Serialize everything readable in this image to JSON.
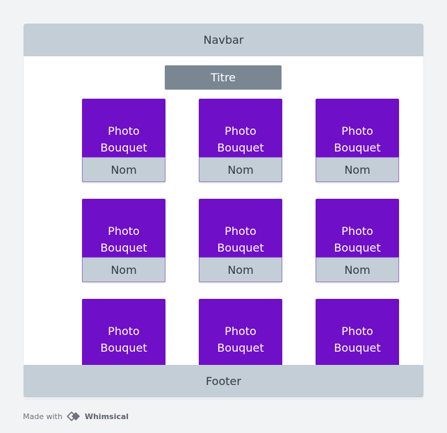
{
  "navbar": {
    "label": "Navbar"
  },
  "title": {
    "label": "Titre"
  },
  "footer": {
    "label": "Footer"
  },
  "cards": [
    {
      "photo_line1": "Photo",
      "photo_line2": "Bouquet",
      "name": "Nom"
    },
    {
      "photo_line1": "Photo",
      "photo_line2": "Bouquet",
      "name": "Nom"
    },
    {
      "photo_line1": "Photo",
      "photo_line2": "Bouquet",
      "name": "Nom"
    },
    {
      "photo_line1": "Photo",
      "photo_line2": "Bouquet",
      "name": "Nom"
    },
    {
      "photo_line1": "Photo",
      "photo_line2": "Bouquet",
      "name": "Nom"
    },
    {
      "photo_line1": "Photo",
      "photo_line2": "Bouquet",
      "name": "Nom"
    },
    {
      "photo_line1": "Photo",
      "photo_line2": "Bouquet"
    },
    {
      "photo_line1": "Photo",
      "photo_line2": "Bouquet"
    },
    {
      "photo_line1": "Photo",
      "photo_line2": "Bouquet"
    }
  ],
  "attribution": {
    "made_with": "Made with",
    "brand": "Whimsical"
  },
  "colors": {
    "bar": "#c3ced7",
    "title": "#7a8793",
    "card": "#6f0fc7",
    "background": "#f2f3f5"
  }
}
